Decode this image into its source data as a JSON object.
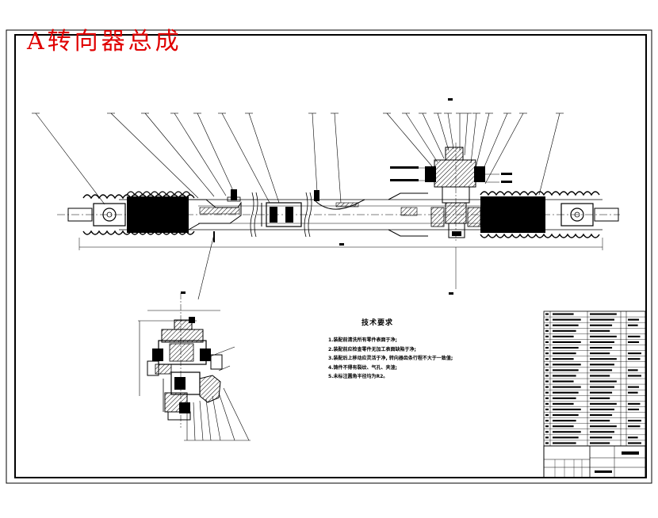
{
  "drawing": {
    "title": "A转向器总成",
    "tech_requirements": {
      "heading": "技术要求",
      "items": [
        "1.装配前清洗所有零件表面于净;",
        "2.装配前应检查零件无加工表面缺陷于净;",
        "3.装配后上移动应灵活于净, 转向器齿条行程不大于一致值;",
        "4.铸件不得有裂纹、气孔、夹渣;",
        "5.未标注圆角半径均为R2。"
      ]
    },
    "colors": {
      "line": "#000000",
      "title": "#e00000",
      "background": "#ffffff"
    }
  }
}
